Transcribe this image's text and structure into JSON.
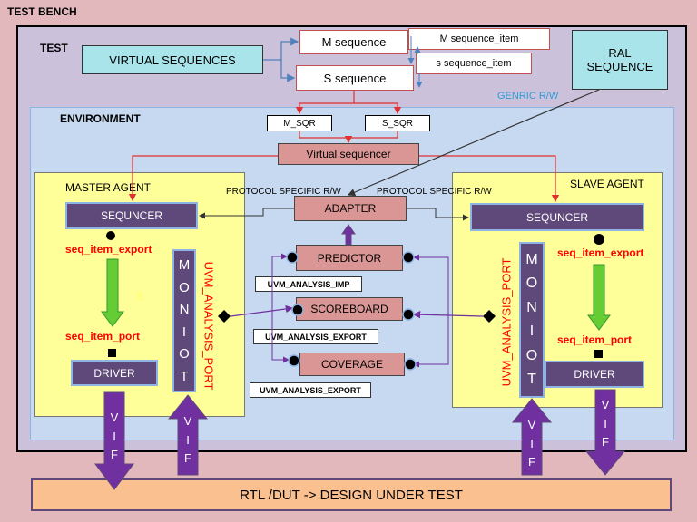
{
  "testbench": {
    "title": "TEST BENCH"
  },
  "test": {
    "title": "TEST"
  },
  "sequences": {
    "virtual": "VIRTUAL SEQUENCES",
    "m_sequence": "M sequence",
    "s_sequence": "S sequence",
    "m_sequence_item": "M sequence_item",
    "s_sequence_item": "s sequence_item",
    "ral": [
      "RAL",
      "SEQUENCE"
    ]
  },
  "genric_rw": "GENRIC R/W",
  "environment": {
    "title": "ENVIRONMENT"
  },
  "sequencers": {
    "m_sqr": "M_SQR",
    "s_sqr": "S_SQR",
    "virtual": "Virtual sequencer"
  },
  "protocol_left": "PROTOCOL SPECIFIC R/W",
  "protocol_right": "PROTOCOL SPECIFIC R/W",
  "center": {
    "adapter": "ADAPTER",
    "predictor": "PREDICTOR",
    "scoreboard": "SCOREBOARD",
    "coverage": "COVERAGE",
    "imp_tag": "UVM_ANALYSIS_IMP",
    "export_tag_1": "UVM_ANALYSIS_EXPORT",
    "export_tag_2": "UVM_ANALYSIS_EXPORT"
  },
  "master": {
    "title": "MASTER AGENT",
    "sequencer": "SEQUNCER",
    "export": "seq_item_export",
    "port": "seq_item_port",
    "driver": "DRIVER",
    "monitor": [
      "M",
      "O",
      "N",
      "I",
      "O",
      "T"
    ],
    "analysis_port": "UVM_ANALYSIS_PORT",
    "stray": "S"
  },
  "slave": {
    "title": "SLAVE AGENT",
    "sequencer": "SEQUNCER",
    "export": "seq_item_export",
    "port": "seq_item_port",
    "driver": "DRIVER",
    "monitor": [
      "M",
      "O",
      "N",
      "I",
      "O",
      "T"
    ],
    "analysis_port": "UVM_ANALYSIS_PORT"
  },
  "vif": [
    "V",
    "I",
    "F"
  ],
  "dut": "RTL /DUT -> DESIGN UNDER TEST",
  "colors": {
    "testbench_bg": "#e3b8bd",
    "test_bg": "#ccc1da",
    "env_bg": "#c6d9f1",
    "agent_bg": "#ffff99",
    "component": "#5f497a",
    "center_box": "#d99694",
    "dut_bg": "#fac090",
    "export_arrow": "#66cc33"
  },
  "icons": [
    "arrow-icon",
    "port-circle-icon",
    "diamond-icon",
    "square-port-icon",
    "vif-arrow-icon"
  ]
}
